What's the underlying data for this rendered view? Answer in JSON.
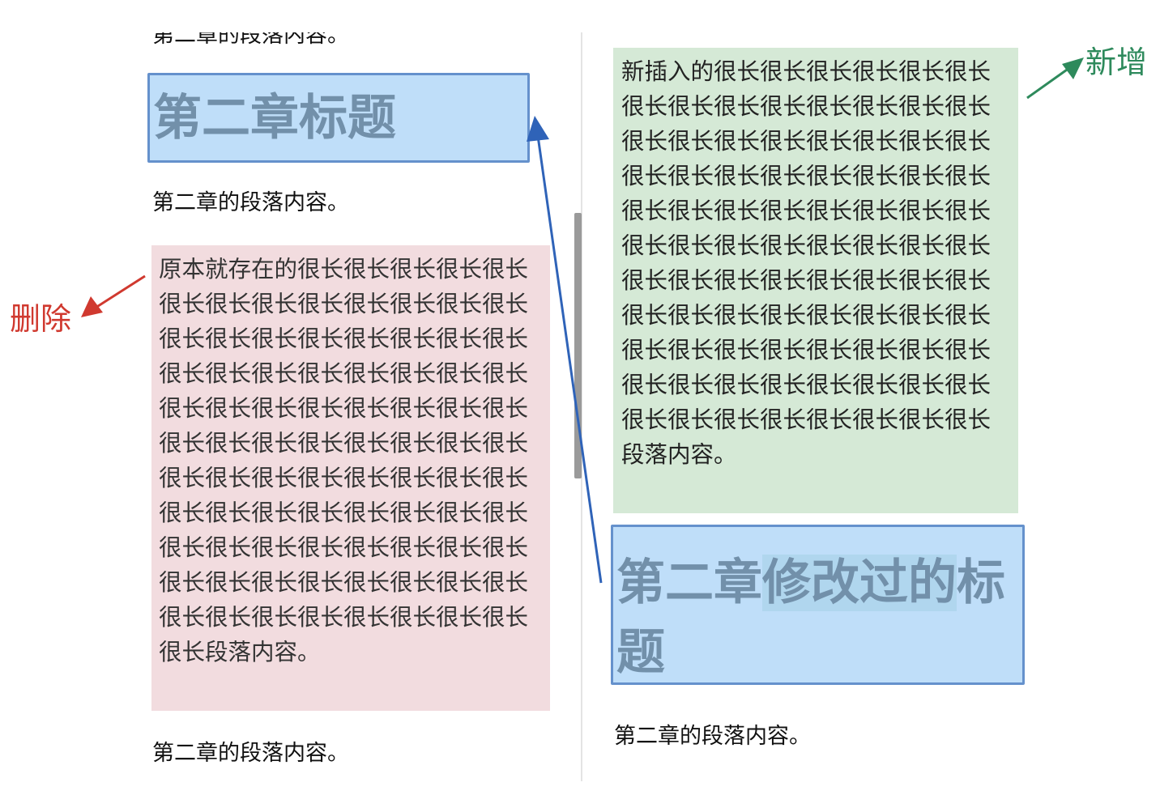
{
  "left": {
    "top_partial_paragraph": "第二章的段落内容。",
    "heading": "第二章标题",
    "paragraph_1": "第二章的段落内容。",
    "deleted_block": "原本就存在的很长很长很长很长很长很长很长很长很长很长很长很长很长很长很长很长很长很长很长很长很长很长很长很长很长很长很长很长很长很长很长很长很长很长很长很长很长很长很长很长很长很长很长很长很长很长很长很长很长很长很长很长很长很长很长很长很长很长很长很长很长很长很长很长很长很长很长很长很长很长很长很长很长很长很长很长很长很长很长很长很长很长很长很长很长很长段落内容。",
    "paragraph_2": "第二章的段落内容。"
  },
  "right": {
    "inserted_block": "新插入的很长很长很长很长很长很长很长很长很长很长很长很长很长很长很长很长很长很长很长很长很长很长很长很长很长很长很长很长很长很长很长很长很长很长很长很长很长很长很长很长很长很长很长很长很长很长很长很长很长很长很长很长很长很长很长很长很长很长很长很长很长很长很长很长很长很长很长很长很长很长很长很长很长很长很长很长很长很长很长很长很长很长很长很长很长很长段落内容。",
    "heading_prefix": "第二章",
    "heading_changed": "修改过的",
    "heading_suffix": "标题",
    "paragraph_1": "第二章的段落内容。"
  },
  "annotations": {
    "deleted_label": "删除",
    "added_label": "新增"
  },
  "colors": {
    "deleted_bg": "#f2dcdf",
    "inserted_bg": "#d5e9d6",
    "heading_bg": "#bfdef9",
    "heading_border": "#6591cc",
    "deleted_label": "#d0392f",
    "added_label": "#2e8a5c",
    "move_arrow": "#2f63b8"
  }
}
